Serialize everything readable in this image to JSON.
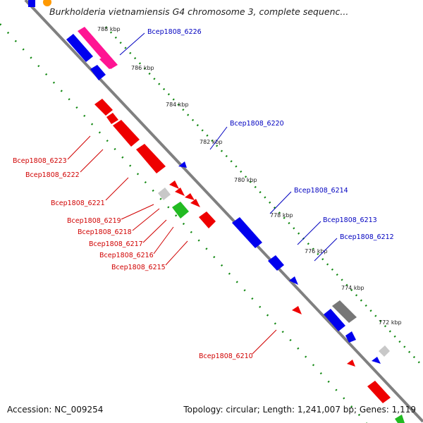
{
  "title": "Burkholderia vietnamiensis G4 chromosome 3, complete sequenc...",
  "footer": {
    "accession": "Accession: NC_009254",
    "summary": "Topology: circular; Length: 1,241,007 bp; Genes: 1,119"
  },
  "ticks": [
    "788 kbp",
    "786 kbp",
    "784 kbp",
    "782 kbp",
    "780 kbp",
    "778 kbp",
    "776 kbp",
    "774 kbp",
    "772 kbp"
  ],
  "gene_labels": [
    {
      "text": "Bcep1808_6226",
      "color": "#0000c0"
    },
    {
      "text": "Bcep1808_6220",
      "color": "#0000c0"
    },
    {
      "text": "Bcep1808_6214",
      "color": "#0000c0"
    },
    {
      "text": "Bcep1808_6213",
      "color": "#0000c0"
    },
    {
      "text": "Bcep1808_6212",
      "color": "#0000c0"
    },
    {
      "text": "Bcep1808_6223",
      "color": "#d00000"
    },
    {
      "text": "Bcep1808_6222",
      "color": "#d00000"
    },
    {
      "text": "Bcep1808_6221",
      "color": "#d00000"
    },
    {
      "text": "Bcep1808_6219",
      "color": "#d00000"
    },
    {
      "text": "Bcep1808_6218",
      "color": "#d00000"
    },
    {
      "text": "Bcep1808_6217",
      "color": "#d00000"
    },
    {
      "text": "Bcep1808_6216",
      "color": "#d00000"
    },
    {
      "text": "Bcep1808_6215",
      "color": "#d00000"
    },
    {
      "text": "Bcep1808_6210",
      "color": "#d00000"
    }
  ],
  "colors": {
    "backbone": "#808080",
    "forward": "#0000ee",
    "reverse": "#ee0000",
    "pink": "#ff1493",
    "gray": "#777777",
    "lightgray": "#c8c8c8",
    "green": "#22bb22",
    "orange": "#ff9900",
    "gc_dots": "#118811"
  }
}
